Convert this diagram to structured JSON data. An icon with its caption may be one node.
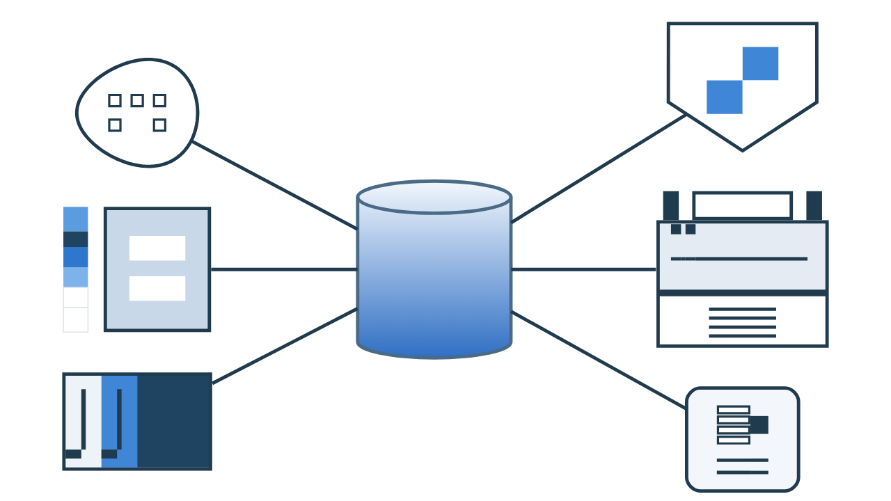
{
  "diagram": {
    "nodes": [
      {
        "text": [],
        "shape": "picture"
      },
      {
        "text": [],
        "shape": "picture"
      },
      {
        "text": [],
        "shape": "picture"
      },
      {
        "text": [],
        "shape": "cylinder"
      },
      {
        "text": [],
        "shape": "picture"
      },
      {
        "text": [],
        "shape": "picture"
      },
      {
        "text": [],
        "shape": "picture"
      }
    ],
    "edges": [
      {
        "from": 0,
        "to": 3,
        "arrow": "none"
      },
      {
        "from": 3,
        "to": 1,
        "arrow": "none"
      },
      {
        "from": 2,
        "to": 3,
        "arrow": "none"
      },
      {
        "from": 3,
        "to": 4,
        "arrow": "none"
      },
      {
        "from": 5,
        "to": 3,
        "arrow": "none"
      },
      {
        "from": 3,
        "to": 6,
        "arrow": "none"
      }
    ]
  }
}
